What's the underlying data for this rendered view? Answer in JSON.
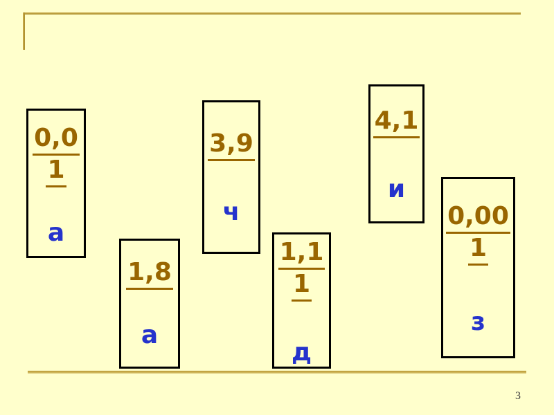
{
  "slide": {
    "page_number": "3",
    "colors": {
      "background": "#FFFFCC",
      "accent_line": "#C2A13C",
      "number_text": "#996600",
      "letter_text": "#2533CC",
      "card_border": "#000000"
    },
    "cards": [
      {
        "value": "0,01",
        "lines": [
          "0,0",
          "1"
        ],
        "letter": "а"
      },
      {
        "value": "1,8",
        "lines": [
          "1,8"
        ],
        "letter": "а"
      },
      {
        "value": "3,9",
        "lines": [
          "3,9"
        ],
        "letter": "ч"
      },
      {
        "value": "1,11",
        "lines": [
          "1,1",
          "1"
        ],
        "letter": "д"
      },
      {
        "value": "4,1",
        "lines": [
          "4,1"
        ],
        "letter": "и"
      },
      {
        "value": "0,001",
        "lines": [
          "0,00",
          "1"
        ],
        "letter": "з"
      }
    ]
  }
}
